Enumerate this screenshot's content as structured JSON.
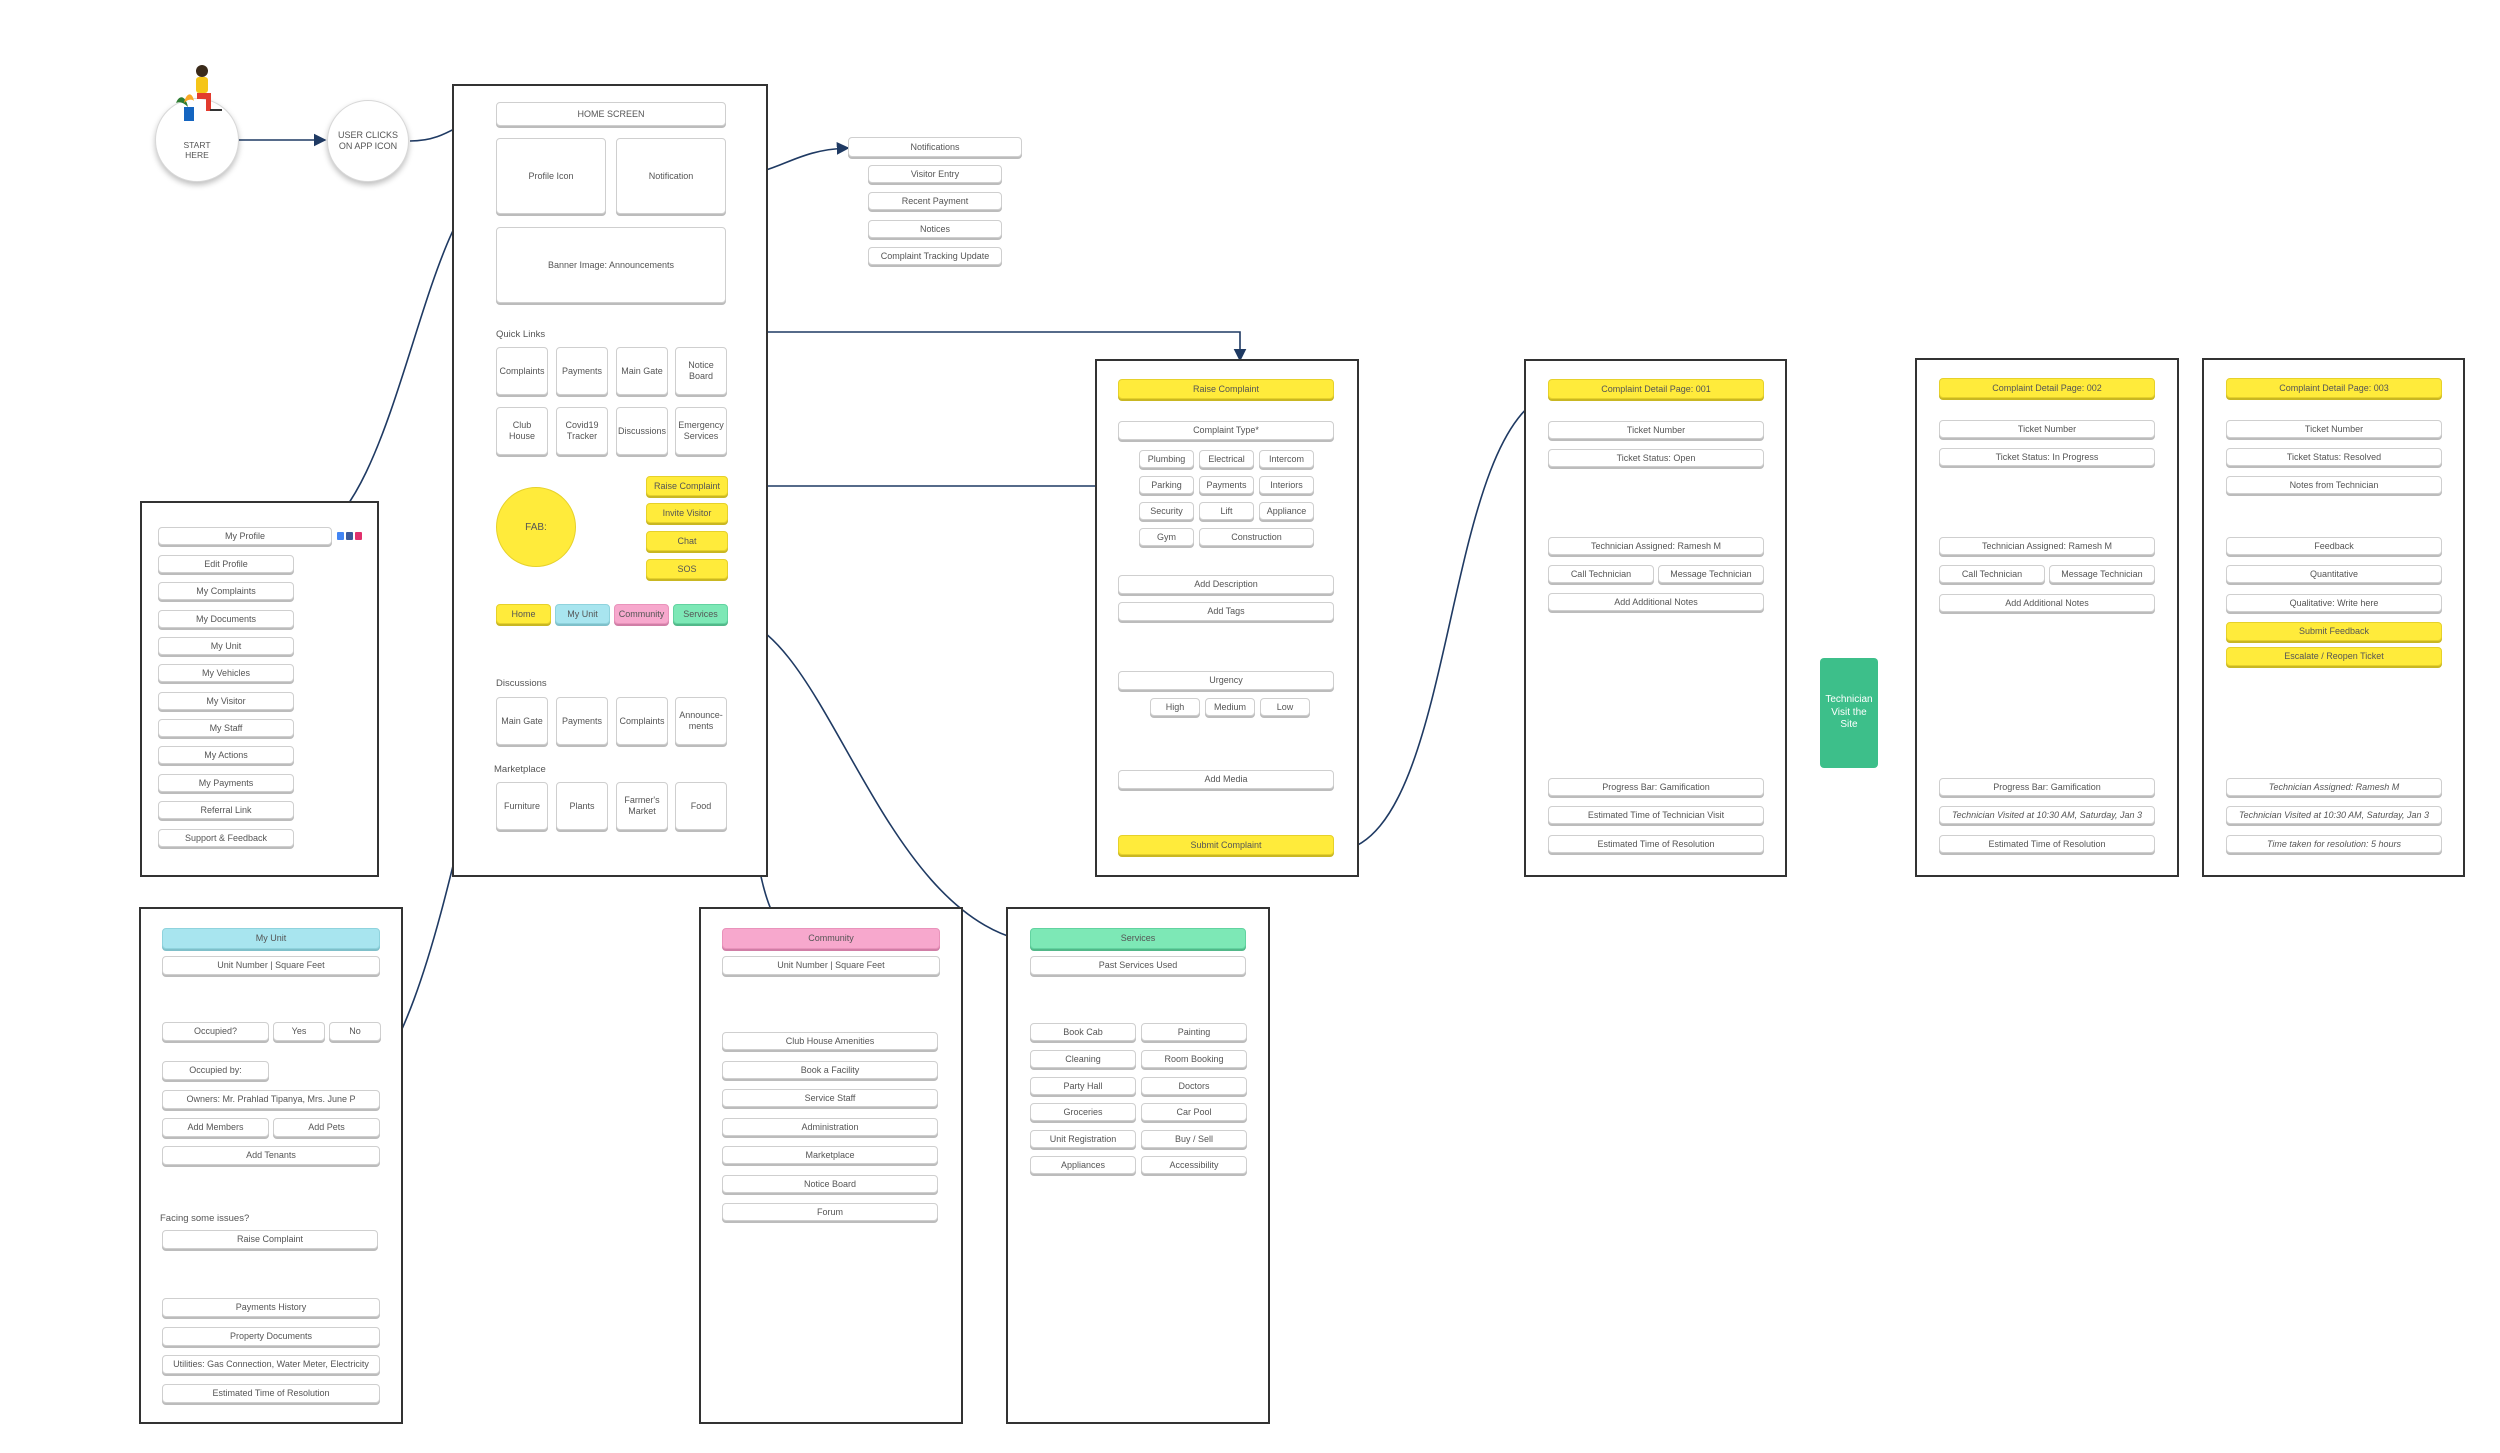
{
  "start": {
    "label_line1": "START",
    "label_line2": "HERE"
  },
  "user_clicks": {
    "line1": "USER CLICKS",
    "line2": "ON APP ICON"
  },
  "home": {
    "title": "HOME SCREEN",
    "profile_icon": "Profile Icon",
    "notification": "Notification",
    "banner": "Banner Image:  Announcements",
    "quick_links_title": "Quick Links",
    "quick_links": [
      "Complaints",
      "Payments",
      "Main Gate",
      "Notice Board",
      "Club House",
      "Covid19 Tracker",
      "Discussions",
      "Emergency Services"
    ],
    "fab": "FAB:",
    "fab_items": [
      "Raise Complaint",
      "Invite Visitor",
      "Chat",
      "SOS"
    ],
    "tabs": [
      "Home",
      "My Unit",
      "Community",
      "Services"
    ],
    "discussions_title": "Discussions",
    "discussions": [
      "Main Gate",
      "Payments",
      "Complaints",
      "Announce- ments"
    ],
    "marketplace_title": "Marketplace",
    "marketplace": [
      "Furniture",
      "Plants",
      "Farmer's Market",
      "Food"
    ]
  },
  "notifications": {
    "title": "Notifications",
    "items": [
      "Visitor Entry",
      "Recent Payment",
      "Notices",
      "Complaint Tracking Update"
    ]
  },
  "profile": {
    "title": "My Profile",
    "items": [
      "Edit Profile",
      "My Complaints",
      "My Documents",
      "My Unit",
      "My Vehicles",
      "My Visitor",
      "My Staff",
      "My Actions",
      "My Payments",
      "Referral Link",
      "Support & Feedback"
    ]
  },
  "myunit": {
    "title": "My Unit",
    "unit_number": "Unit Number  |  Square Feet",
    "occupied": "Occupied?",
    "yes": "Yes",
    "no": "No",
    "occupied_by": "Occupied by:",
    "owners": "Owners: Mr. Prahlad Tipanya, Mrs. June P",
    "add_members": "Add Members",
    "add_pets": "Add Pets",
    "add_tenants": "Add Tenants",
    "facing": "Facing some issues?",
    "raise_complaint": "Raise Complaint",
    "items": [
      "Payments History",
      "Property Documents",
      "Utilities: Gas Connection, Water Meter, Electricity",
      "Estimated Time of Resolution"
    ]
  },
  "community": {
    "title": "Community",
    "unit_number": "Unit Number  |  Square Feet",
    "items": [
      "Club House Amenities",
      "Book a Facility",
      "Service Staff",
      "Administration",
      "Marketplace",
      "Notice Board",
      "Forum"
    ]
  },
  "services": {
    "title": "Services",
    "past": "Past Services Used",
    "items": [
      "Book Cab",
      "Painting",
      "Cleaning",
      "Room Booking",
      "Party Hall",
      "Doctors",
      "Groceries",
      "Car Pool",
      "Unit Registration",
      "Buy / Sell",
      "Appliances",
      "Accessibility"
    ]
  },
  "raise": {
    "title": "Raise Complaint",
    "type": "Complaint Type*",
    "types": [
      "Plumbing",
      "Electrical",
      "Intercom",
      "Parking",
      "Payments",
      "Interiors",
      "Security",
      "Lift",
      "Appliance",
      "Gym",
      "Construction"
    ],
    "add_description": "Add Description",
    "add_tags": "Add Tags",
    "urgency": "Urgency",
    "high": "High",
    "medium": "Medium",
    "low": "Low",
    "add_media": "Add Media",
    "submit": "Submit Complaint"
  },
  "detail1": {
    "title": "Complaint Detail Page: 001",
    "ticket": "Ticket Number",
    "status": "Ticket Status: Open",
    "tech": "Technician Assigned: Ramesh M",
    "call": "Call Technician",
    "message": "Message Technician",
    "notes": "Add Additional Notes",
    "progress": "Progress Bar: Gamification",
    "eta_visit": "Estimated Time of Technician Visit",
    "eta_res": "Estimated Time of Resolution"
  },
  "technician_visit": {
    "line1": "Technician",
    "line2": "Visit the Site"
  },
  "detail2": {
    "title": "Complaint Detail Page: 002",
    "ticket": "Ticket Number",
    "status": "Ticket Status: In Progress",
    "tech": "Technician Assigned: Ramesh M",
    "call": "Call Technician",
    "message": "Message Technician",
    "notes": "Add Additional Notes",
    "progress": "Progress Bar: Gamification",
    "visited": "Technician Visited at 10:30 AM, Saturday, Jan 3",
    "eta_res": "Estimated Time of Resolution"
  },
  "detail3": {
    "title": "Complaint Detail Page: 003",
    "ticket": "Ticket Number",
    "status": "Ticket Status: Resolved",
    "notes": "Notes from Technician",
    "feedback": "Feedback",
    "quant": "Quantitative",
    "qual": "Qualitative: Write here",
    "submit": "Submit Feedback",
    "escalate": "Escalate / Reopen Ticket",
    "tech": "Technician Assigned: Ramesh M",
    "visited": "Technician Visited at 10:30 AM, Saturday, Jan 3",
    "time": "Time taken for resolution: 5 hours"
  }
}
